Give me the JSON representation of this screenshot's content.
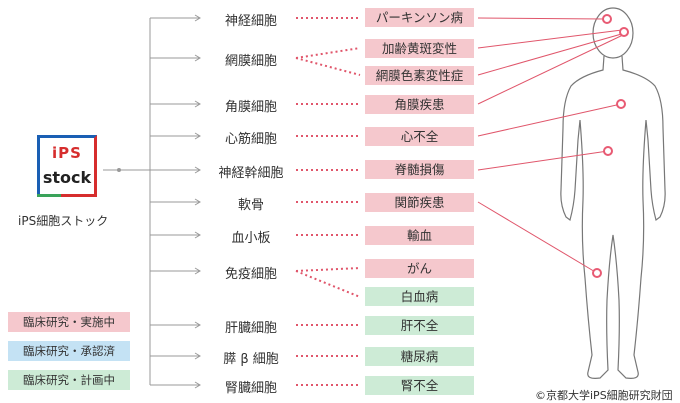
{
  "logo": {
    "ips": "iPS",
    "stock": "stock",
    "caption": "iPS細胞ストック"
  },
  "cells": [
    {
      "label": "神経細胞"
    },
    {
      "label": "網膜細胞"
    },
    {
      "label": "角膜細胞"
    },
    {
      "label": "心筋細胞"
    },
    {
      "label": "神経幹細胞"
    },
    {
      "label": "軟骨"
    },
    {
      "label": "血小板"
    },
    {
      "label": "免疫細胞"
    },
    {
      "label": "肝臓細胞"
    },
    {
      "label": "膵 β 細胞"
    },
    {
      "label": "腎臓細胞"
    }
  ],
  "diseases": [
    {
      "label": "パーキンソン病",
      "status": "red"
    },
    {
      "label": "加齢黄斑変性",
      "status": "red"
    },
    {
      "label": "網膜色素変性症",
      "status": "red"
    },
    {
      "label": "角膜疾患",
      "status": "red"
    },
    {
      "label": "心不全",
      "status": "red"
    },
    {
      "label": "脊髄損傷",
      "status": "red"
    },
    {
      "label": "関節疾患",
      "status": "red"
    },
    {
      "label": "輸血",
      "status": "red"
    },
    {
      "label": "がん",
      "status": "red"
    },
    {
      "label": "白血病",
      "status": "green"
    },
    {
      "label": "肝不全",
      "status": "green"
    },
    {
      "label": "糖尿病",
      "status": "green"
    },
    {
      "label": "腎不全",
      "status": "green"
    }
  ],
  "legend": [
    {
      "label": "臨床研究・実施中",
      "color": "#f5c8cd"
    },
    {
      "label": "臨床研究・承認済",
      "color": "#c4e2f4"
    },
    {
      "label": "臨床研究・計画中",
      "color": "#cdebd6"
    }
  ],
  "colors": {
    "line": "#999999",
    "dotted": "#e0566b",
    "marker": "#e85a73",
    "figure": "#777777"
  },
  "copyright": "©京都大学iPS細胞研究財団"
}
